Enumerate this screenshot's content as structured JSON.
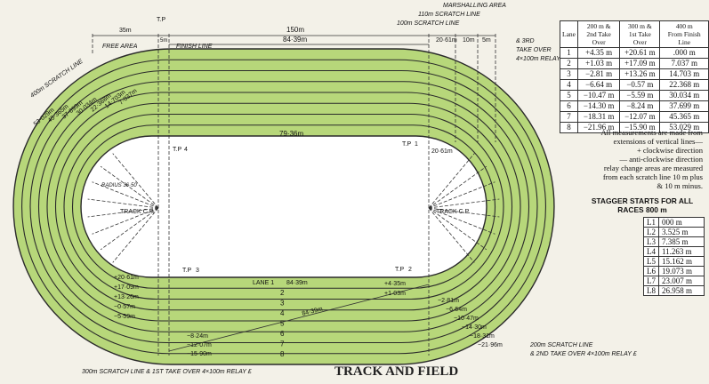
{
  "title": "TRACK AND FIELD",
  "table": {
    "headers": [
      "Lane",
      "200 m &\n2nd Take Over",
      "300 m &\n1st Take Over",
      "400 m\nFrom Finish Line"
    ],
    "rows": [
      [
        "1",
        "+4.35 m",
        "+20.61 m",
        ".000 m"
      ],
      [
        "2",
        "+1.03 m",
        "+17.09 m",
        "7.037 m"
      ],
      [
        "3",
        "−2.81 m",
        "+13.26 m",
        "14.703 m"
      ],
      [
        "4",
        "−6.64 m",
        "−0.57 m",
        "22.368 m"
      ],
      [
        "5",
        "−10.47 m",
        "−5.59 m",
        "30.034 m"
      ],
      [
        "6",
        "−14.30 m",
        "−8.24 m",
        "37.699 m"
      ],
      [
        "7",
        "−18.31 m",
        "−12.07 m",
        "45.365 m"
      ],
      [
        "8",
        "−21.96 m",
        "−15.90 m",
        "53.029 m"
      ]
    ]
  },
  "note_lines": [
    "All measurements are made from",
    "extensions of vertical lines—",
    "+ clockwise direction",
    "— anti-clockwise direction",
    "relay change areas are measured",
    "from each scratch line 10 m plus",
    "& 10 m minus."
  ],
  "stagger800": {
    "title_line1": "STAGGER STARTS FOR ALL",
    "title_line2": "RACES 800 m",
    "rows": [
      [
        "L1",
        "000  m"
      ],
      [
        "L2",
        "3.525  m"
      ],
      [
        "L3",
        "7.385  m"
      ],
      [
        "L4",
        "11.263  m"
      ],
      [
        "L5",
        "15.162  m"
      ],
      [
        "L6",
        "19.073  m"
      ],
      [
        "L7",
        "23.007  m"
      ],
      [
        "L8",
        "26.958  m"
      ]
    ]
  },
  "diagram": {
    "marshalling_area": "MARSHALLING AREA",
    "scratch110": "110m SCRATCH LINE",
    "scratch100": "100m SCRATCH LINE",
    "dim_35m": "35m",
    "dim_150m": "150m",
    "dim_8439": "84·39m",
    "dim_2061": "20·61m",
    "dim_10m": "10m",
    "dim_5m_right": "5m",
    "dim_5m_left": "5m",
    "free_area": "FREE AREA",
    "finish_line": "FINISH LINE",
    "tp": "T.P",
    "third_takeover": "& 3RD",
    "third_takeover2": "TAKE OVER",
    "third_takeover3": "4×100m RELAY",
    "scratch400": "400m SCRATCH LINE",
    "left_stagger": [
      "53·029m",
      "45·365m",
      "37·699m",
      "30·034m",
      "22·368m",
      "14·703m",
      "7·037m"
    ],
    "dim_7936": "79·36m",
    "tp4": "T.P",
    "tp4_num": "4",
    "tp1": "T.P",
    "tp1_num": "1",
    "dim_2061_right": "20·61m",
    "radius": "RADIUS 36·50",
    "track_cp_left": "TRACK C.P.",
    "track_cp_right": "TRACK C.P.",
    "tp3": "T.P",
    "tp3_num": "3",
    "tp2": "T.P",
    "tp2_num": "2",
    "lane1_label": "LANE  1",
    "lane1_dim": "84·39m",
    "lane_numbers": [
      "2",
      "3",
      "4",
      "5",
      "6",
      "7",
      "8"
    ],
    "diag_8439": "84·39m",
    "bottom_left": [
      "+20·61m",
      "+17·09m",
      "+13·26m",
      "−0·57m",
      "−5·59m"
    ],
    "bottom_mid": [
      "−8·24m",
      "−12·07m",
      "−15·90m"
    ],
    "bottom_right_plus": [
      "+4·35m",
      "+1·03m"
    ],
    "bottom_right": [
      "−2·81m",
      "−6·64m",
      "−10·47m",
      "−14·30m",
      "−18·31m",
      "−21·96m"
    ],
    "scratch200": "200m SCRATCH LINE",
    "scratch200b": "& 2ND TAKE OVER 4×100m RELAY £",
    "scratch300": "300m SCRATCH LINE & 1ST TAKE OVER 4×100m RELAY £"
  },
  "colors": {
    "track_green": "#b7d77a",
    "lane_line": "#2a2a2a",
    "infield": "#ffffff",
    "background": "#f3f1e8"
  }
}
